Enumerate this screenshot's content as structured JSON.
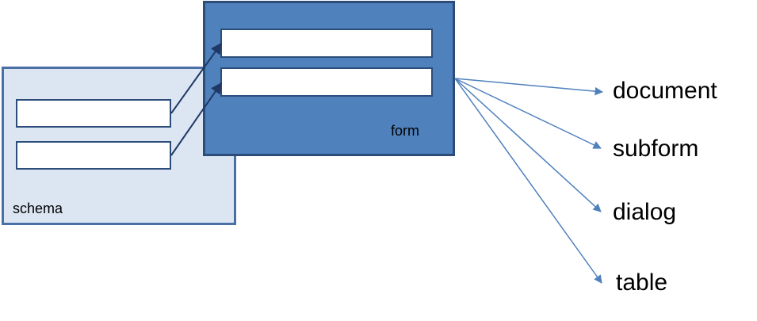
{
  "schema": {
    "label": "schema",
    "field_count": 2
  },
  "form": {
    "label": "form",
    "field_count": 2
  },
  "targets": [
    "document",
    "subform",
    "dialog",
    "table"
  ],
  "colors": {
    "schema_fill": "#dce6f2",
    "schema_border": "#4a6fa5",
    "form_fill": "#4f81bd",
    "form_border": "#2c4d7a",
    "field_link": "#1f3864",
    "target_arrow": "#4f81bd"
  }
}
